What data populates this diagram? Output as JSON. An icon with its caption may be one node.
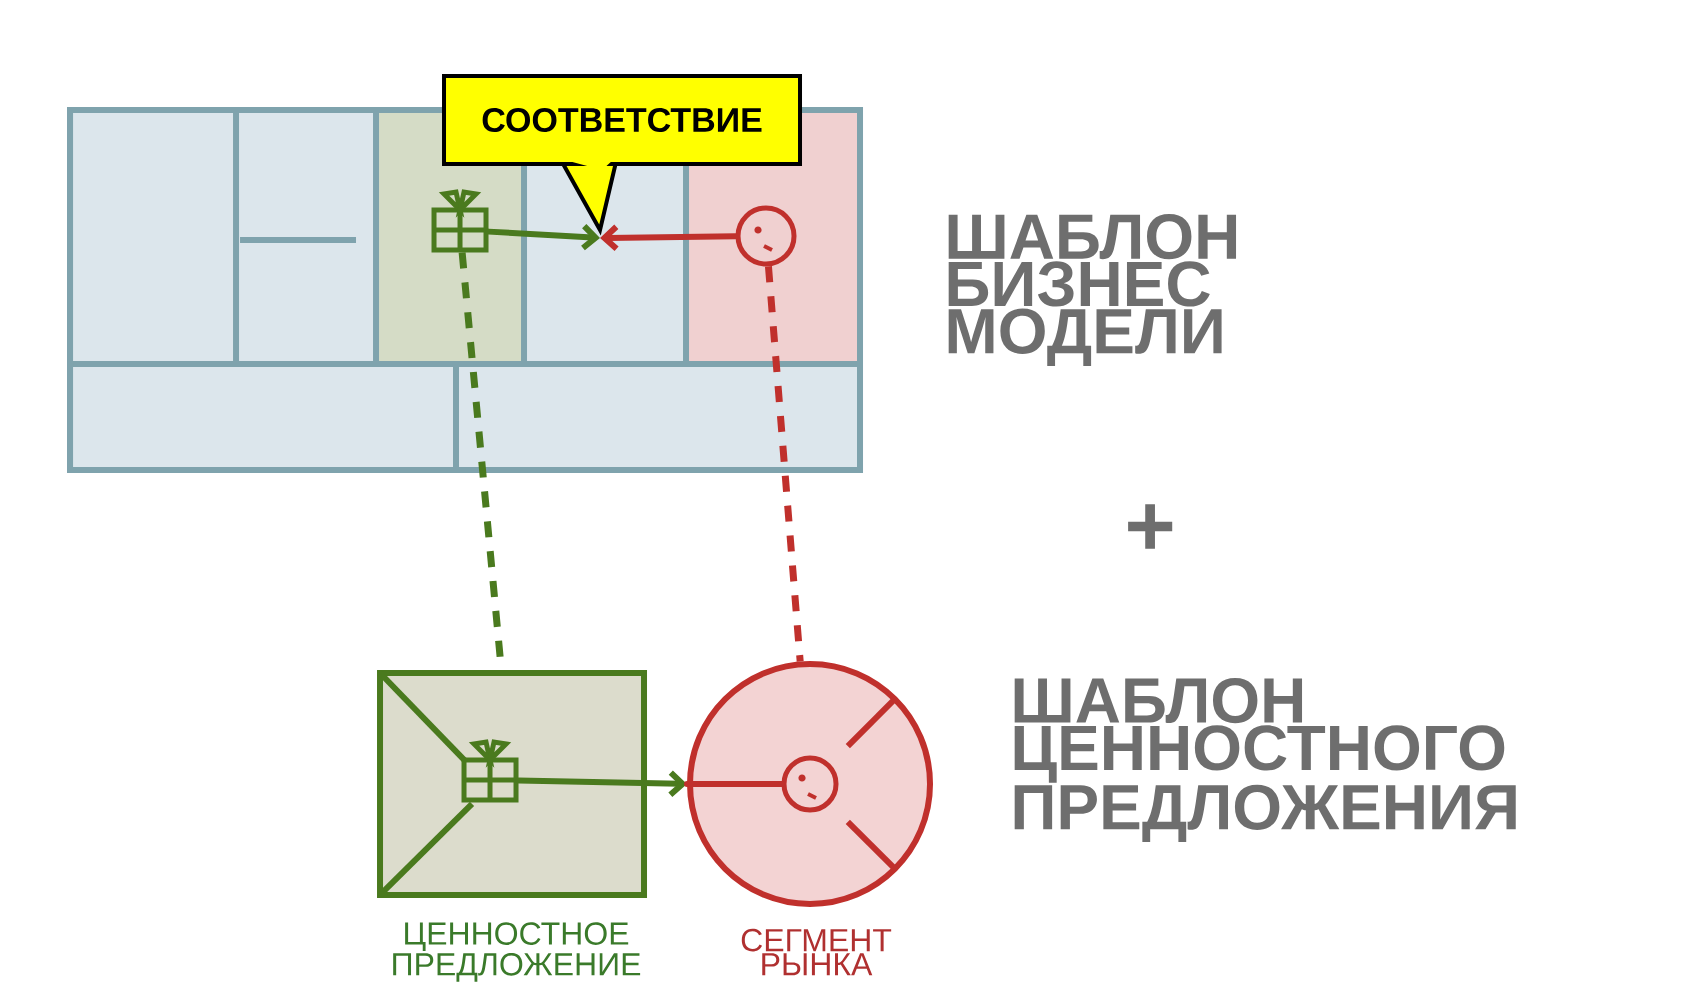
{
  "diagram": {
    "nodes": [
      {
        "text": [],
        "shape": "box"
      },
      {
        "text": [],
        "shape": "gift",
        "in": 0
      },
      {
        "text": [],
        "shape": "circle",
        "in": 0
      },
      {
        "text": [
          "СООТВЕТСТВИЕ"
        ]
      },
      {
        "text": [],
        "shape": "box",
        "beside": [
          "ЦЕННОСТНОЕ ПРЕДЛОЖЕНИЕ"
        ]
      },
      {
        "text": [],
        "shape": "gift",
        "in": 4
      },
      {
        "text": [],
        "shape": "circle",
        "beside": [
          "СЕГМЕНТ РЫНКА"
        ]
      },
      {
        "text": [],
        "shape": "circle",
        "in": 6
      }
    ],
    "edges": [
      {
        "from": 1,
        "to": 3,
        "arrow": "to",
        "color": "#4a7a1e"
      },
      {
        "from": 2,
        "to": 3,
        "arrow": "to",
        "color": "#c0302c"
      },
      {
        "from": 1,
        "to": 4,
        "arrow": "none",
        "style": "dashed",
        "color": "#4a7a1e"
      },
      {
        "from": 2,
        "to": 6,
        "arrow": "none",
        "style": "dashed",
        "color": "#c0302c"
      },
      {
        "from": 5,
        "to": 6,
        "arrow": "to",
        "color": "#4a7a1e"
      },
      {
        "from": 7,
        "to": 6,
        "arrow": "none",
        "color": "#c0302c"
      }
    ],
    "labels": [
      "ШАБЛОН БИЗНЕС МОДЕЛИ",
      "+",
      "ШАБЛОН ЦЕННОСТНОГО ПРЕДЛОЖЕНИЯ"
    ]
  }
}
